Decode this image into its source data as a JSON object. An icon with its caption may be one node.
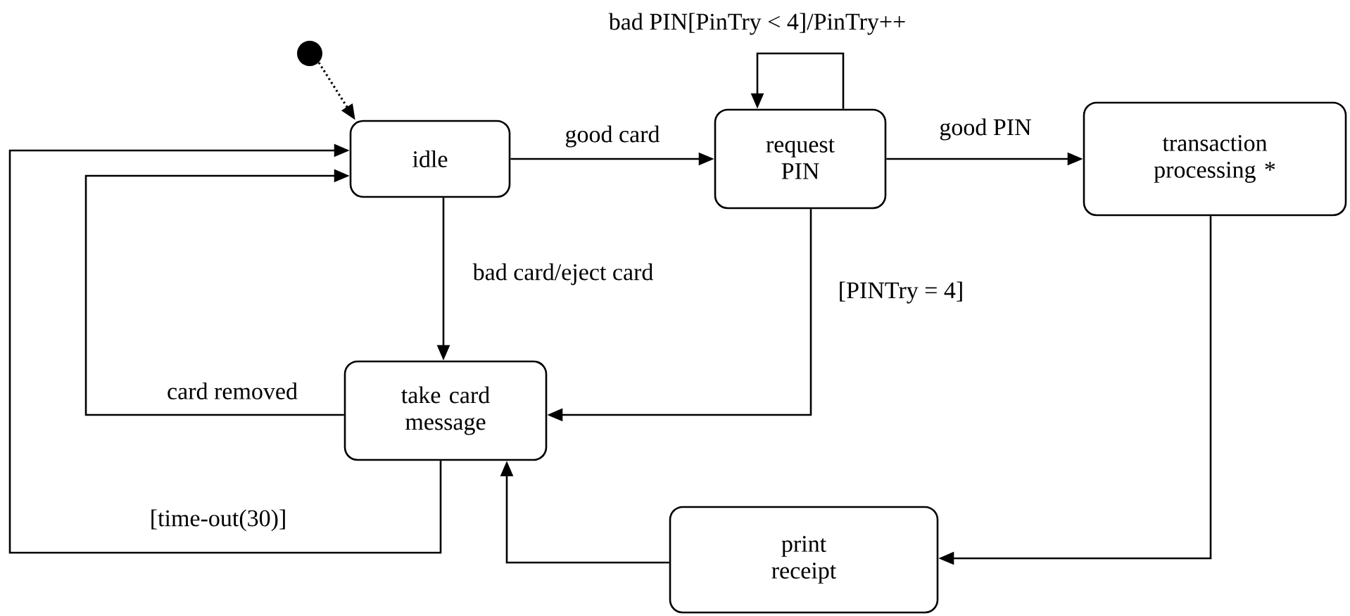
{
  "diagram": {
    "nodes": [
      {
        "text": [],
        "shape": "circle"
      },
      {
        "text": [
          "idle"
        ]
      },
      {
        "text": [
          "request PIN"
        ]
      },
      {
        "text": [
          "transaction processing *"
        ]
      },
      {
        "text": [
          "take card message"
        ]
      },
      {
        "text": [
          "print receipt"
        ]
      }
    ],
    "edges": [
      {
        "from": 0,
        "to": 1,
        "arrow": "to",
        "style": "dashed"
      },
      {
        "from": 1,
        "to": 2,
        "arrow": "to",
        "label": "good card"
      },
      {
        "from": 2,
        "to": 2,
        "arrow": "to",
        "label": "bad PIN[PinTry < 4]/PinTry++"
      },
      {
        "from": 2,
        "to": 3,
        "arrow": "to",
        "label": "good PIN"
      },
      {
        "from": 1,
        "to": 4,
        "arrow": "to",
        "label": "bad card/eject card"
      },
      {
        "from": 2,
        "to": 4,
        "arrow": "to",
        "label": "[PINTry = 4]"
      },
      {
        "from": 3,
        "to": 5,
        "arrow": "to"
      },
      {
        "from": 5,
        "to": 4,
        "arrow": "to"
      },
      {
        "from": 4,
        "to": 1,
        "arrow": "to",
        "label": "card removed"
      },
      {
        "from": 4,
        "to": 1,
        "arrow": "to",
        "label": "[time-out(30)]"
      }
    ]
  }
}
